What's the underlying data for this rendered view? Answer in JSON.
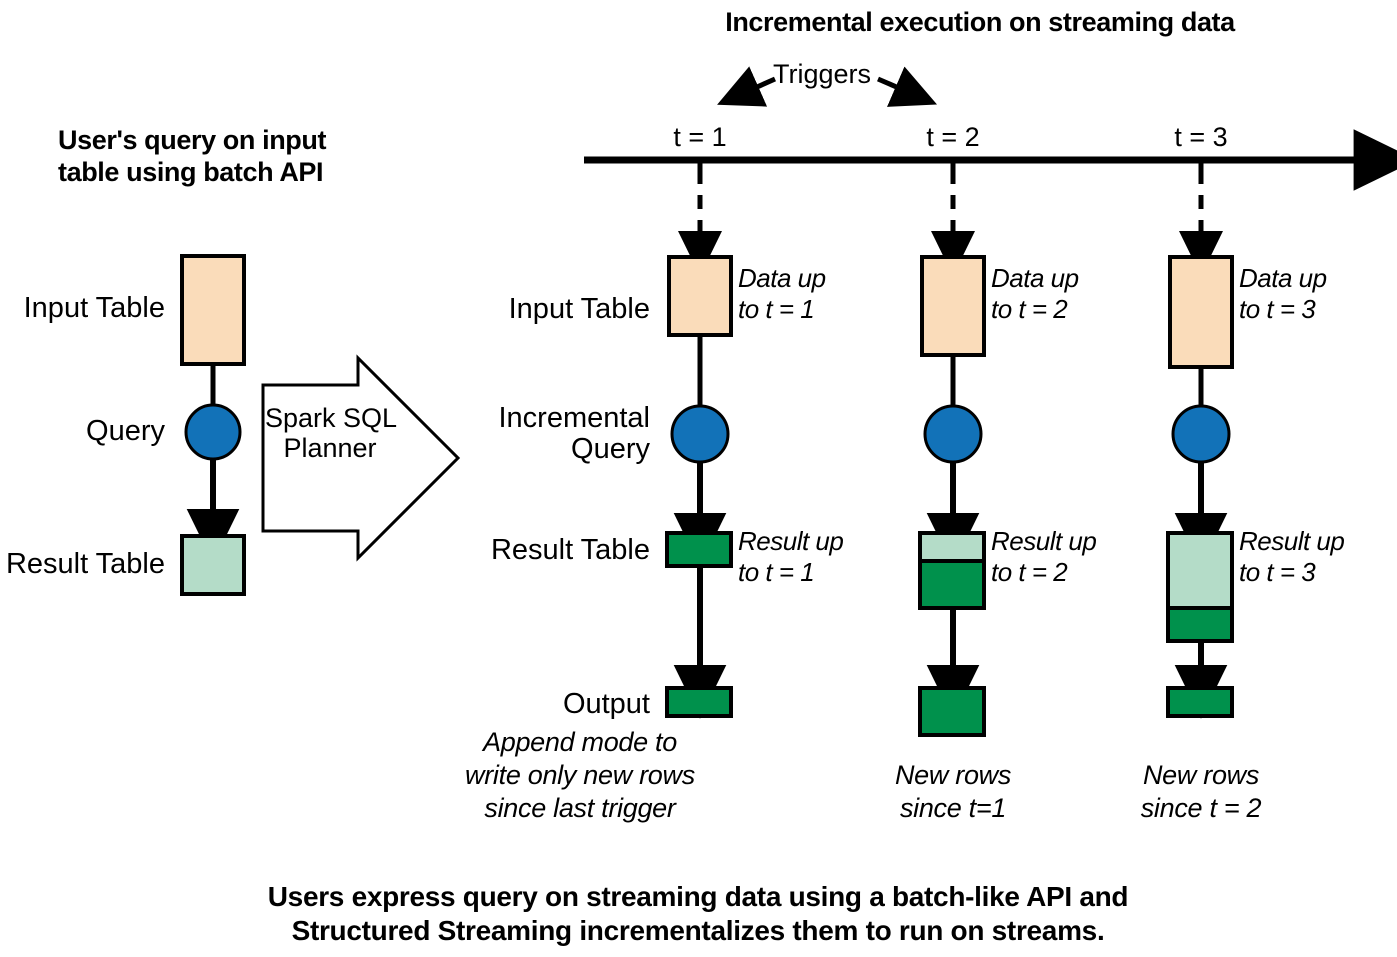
{
  "colors": {
    "input_table": "#FADCBA",
    "result_light": "#B4DCC8",
    "result_dark": "#00914C",
    "query_circle": "#1272B8",
    "stroke": "#000000",
    "background": "#FFFFFF"
  },
  "headings": {
    "right_title": "Incremental execution on streaming data",
    "left_title_line1": "User's query on input",
    "left_title_line2": "table using batch API"
  },
  "left_panel": {
    "labels": {
      "input_table": "Input Table",
      "query": "Query",
      "result_table": "Result Table"
    },
    "planner_line1": "Spark SQL",
    "planner_line2": "Planner"
  },
  "timeline": {
    "triggers_label": "Triggers",
    "ticks": [
      "t = 1",
      "t = 2",
      "t = 3"
    ]
  },
  "row_labels": {
    "input_table": "Input Table",
    "incremental_query_line1": "Incremental",
    "incremental_query_line2": "Query",
    "result_table": "Result Table",
    "output": "Output"
  },
  "columns": [
    {
      "tick": "t = 1",
      "input_note_line1": "Data up",
      "input_note_line2": "to t = 1",
      "result_note_line1": "Result up",
      "result_note_line2": "to t = 1",
      "output_note_lines": [
        "Append mode to",
        "write only new rows",
        "since last trigger"
      ]
    },
    {
      "tick": "t = 2",
      "input_note_line1": "Data up",
      "input_note_line2": "to t = 2",
      "result_note_line1": "Result up",
      "result_note_line2": "to t = 2",
      "output_note_lines": [
        "New rows",
        "since t=1"
      ]
    },
    {
      "tick": "t = 3",
      "input_note_line1": "Data up",
      "input_note_line2": "to t = 3",
      "result_note_line1": "Result up",
      "result_note_line2": "to t = 3",
      "output_note_lines": [
        "New rows",
        "since t = 2"
      ]
    }
  ],
  "caption": {
    "line1": "Users express query on streaming data using a batch-like API and",
    "line2": "Structured Streaming incrementalizes them to run on streams."
  }
}
